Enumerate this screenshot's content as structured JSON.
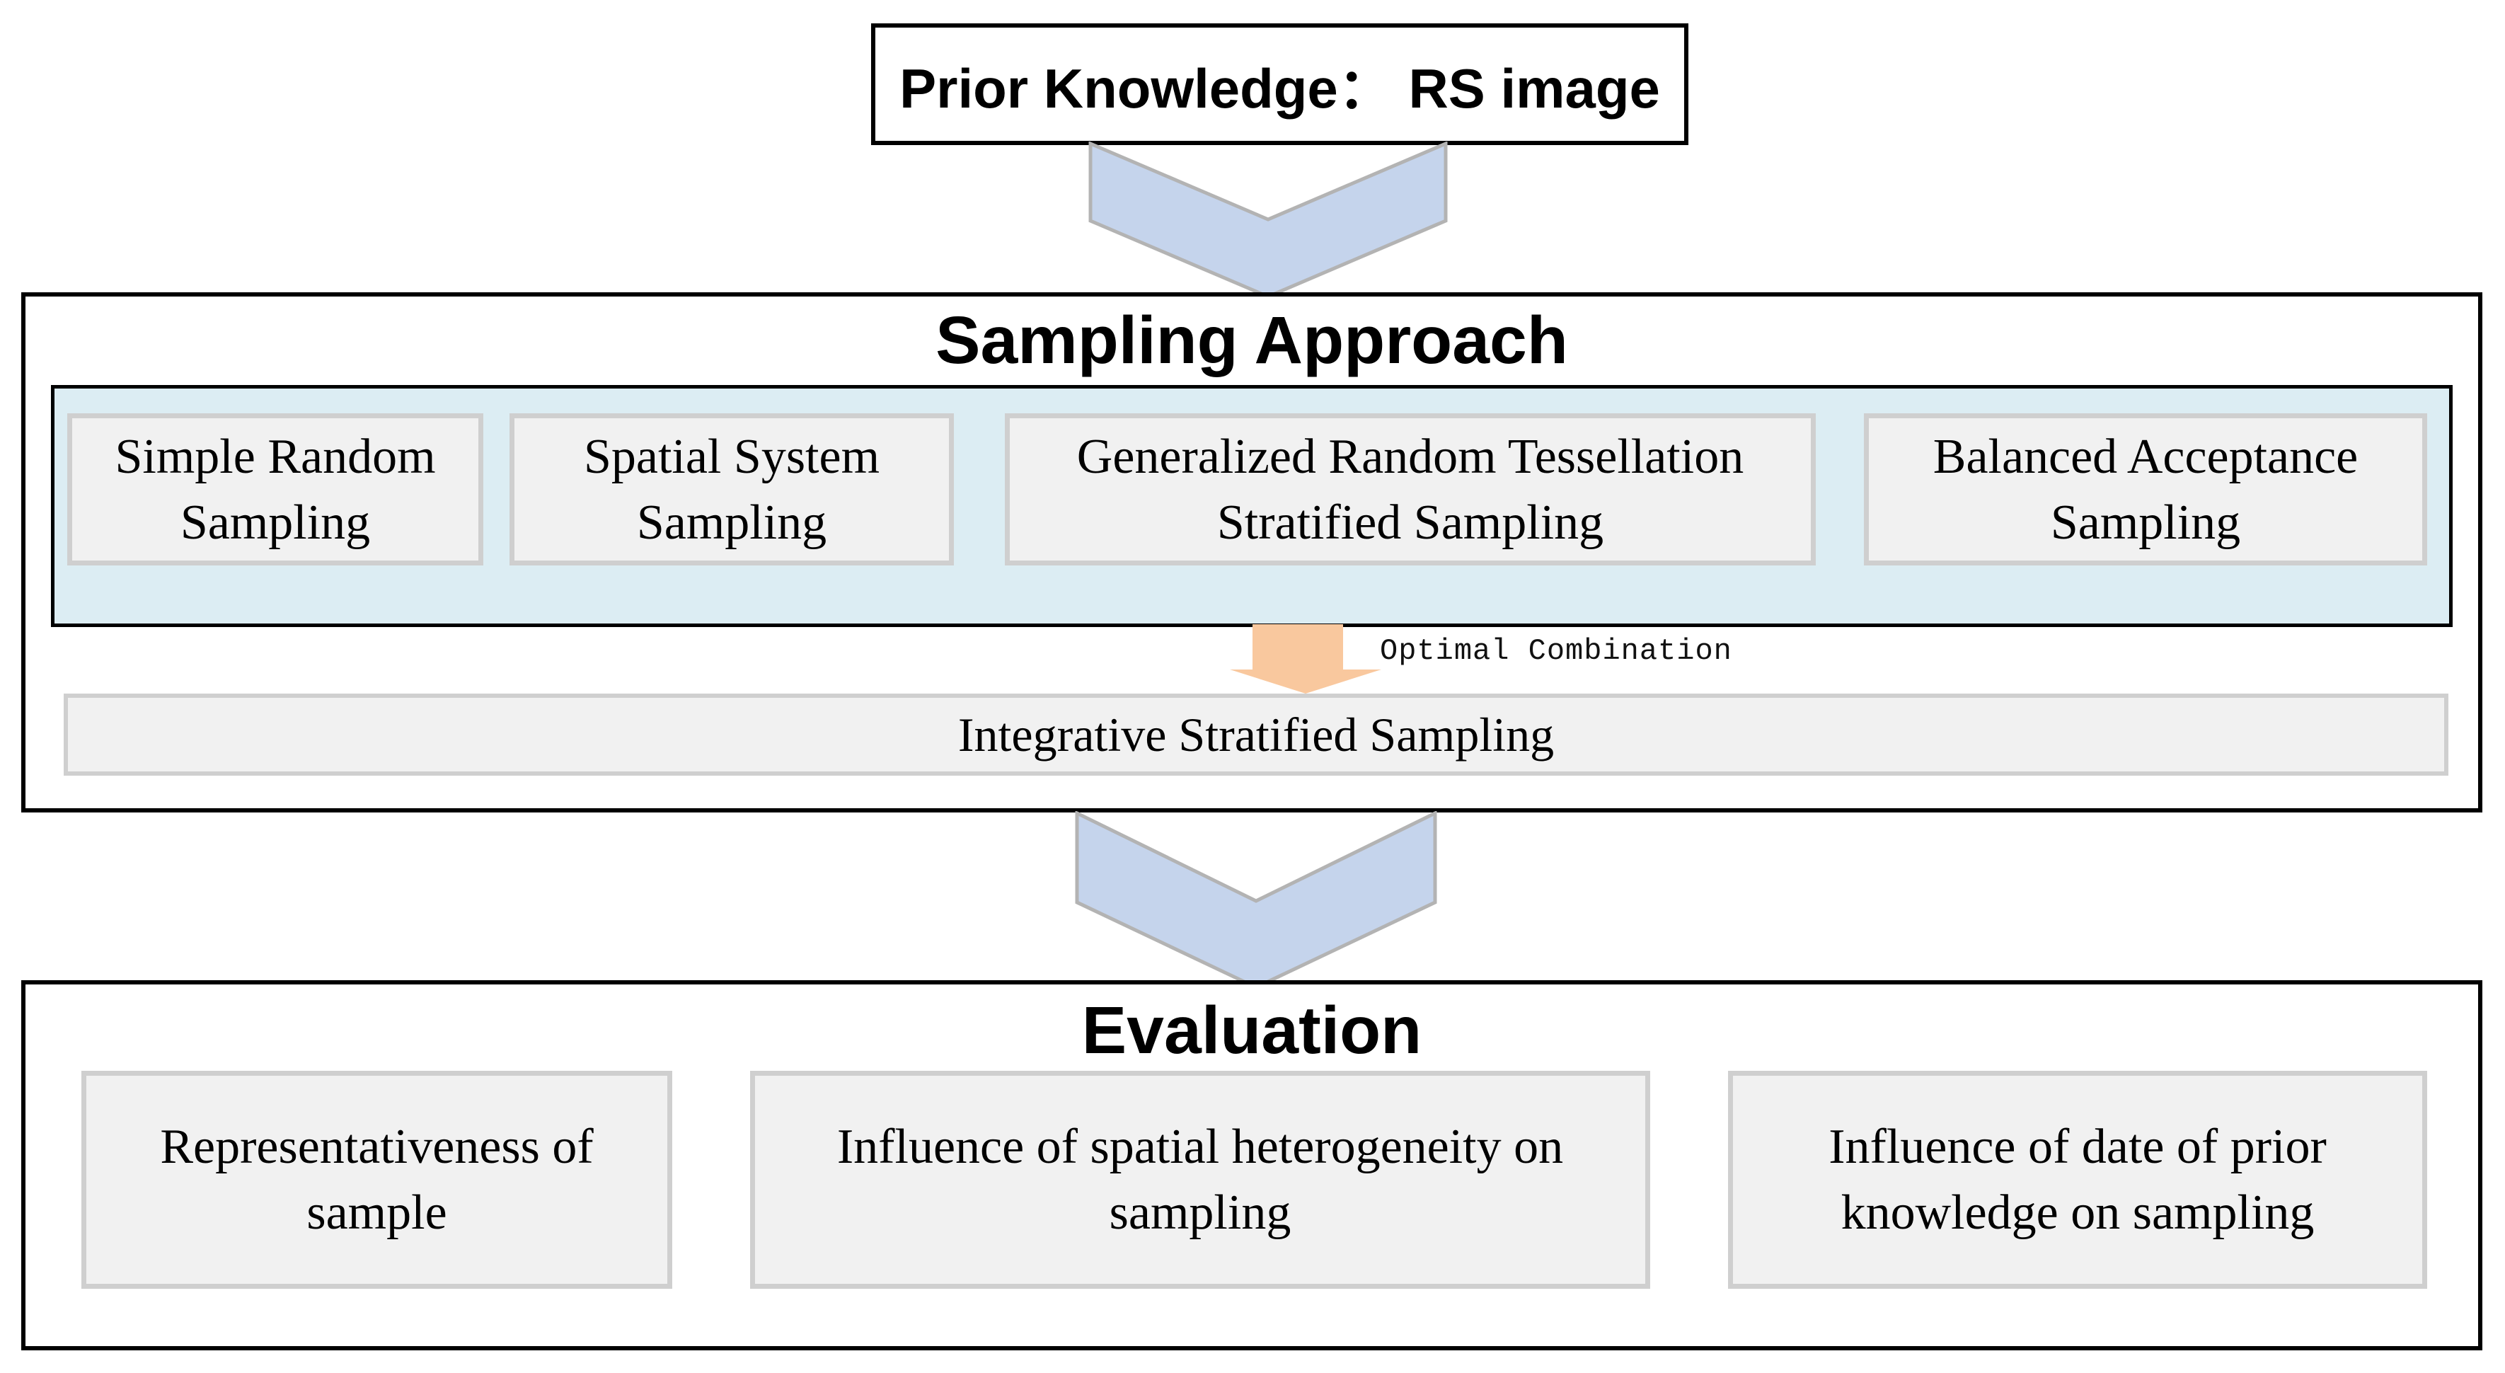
{
  "prior": {
    "label": "Prior Knowledge： RS image"
  },
  "sampling": {
    "title": "Sampling Approach",
    "methods": [
      "Simple Random Sampling",
      "Spatial System Sampling",
      "Generalized Random Tessellation Stratified Sampling",
      "Balanced Acceptance Sampling"
    ],
    "arrow_label": "Optimal Combination",
    "integrated_label": "Integrative Stratified Sampling"
  },
  "evaluation": {
    "title": "Evaluation",
    "items": [
      "Representativeness of sample",
      "Influence of spatial heterogeneity on sampling",
      "Influence of date of prior knowledge on sampling"
    ]
  },
  "colors": {
    "chevron_fill": "#c5d4ec",
    "chevron_stroke": "#b3b3b3",
    "container_fill": "#dcedf3",
    "panel_fill": "#f1f1f1",
    "panel_border": "#cfcfcf",
    "arrow_fill": "#f9c89e",
    "line": "#000000"
  }
}
